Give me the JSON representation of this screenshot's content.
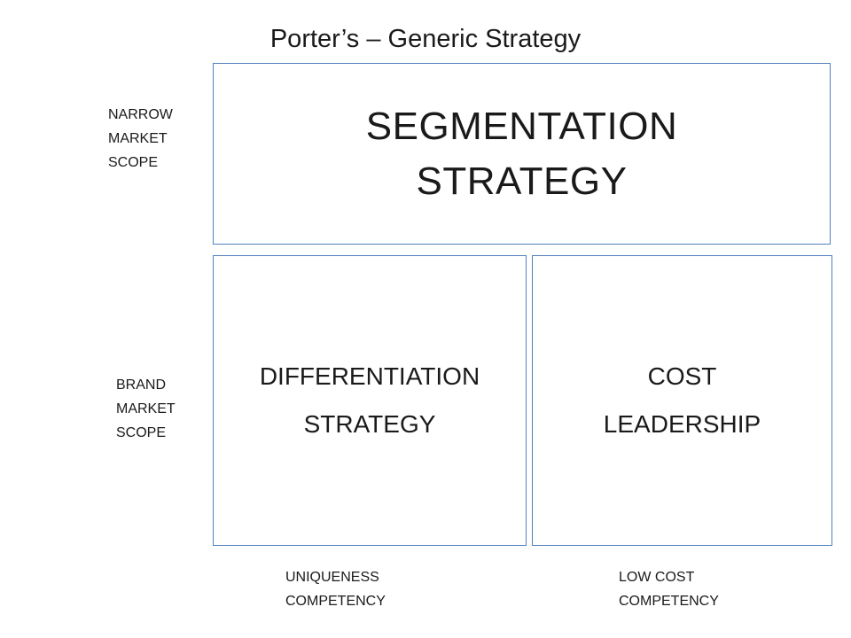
{
  "title": "Porter’s – Generic Strategy",
  "boxes": {
    "segmentation": {
      "line1": "SEGMENTATION",
      "line2": "STRATEGY"
    },
    "differentiation": {
      "line1": "DIFFERENTIATION",
      "line2": "STRATEGY"
    },
    "cost_leadership": {
      "line1": "COST",
      "line2": "LEADERSHIP"
    }
  },
  "row_labels": {
    "narrow": [
      "NARROW",
      "MARKET",
      "SCOPE"
    ],
    "brand": [
      "BRAND",
      "MARKET",
      "SCOPE"
    ]
  },
  "column_labels": {
    "uniqueness": [
      "UNIQUENESS",
      "COMPETENCY"
    ],
    "low_cost": [
      "LOW COST",
      "COMPETENCY"
    ]
  },
  "colors": {
    "box_border": "#4f81bd",
    "text": "#1a1a1a",
    "background": "#ffffff"
  }
}
